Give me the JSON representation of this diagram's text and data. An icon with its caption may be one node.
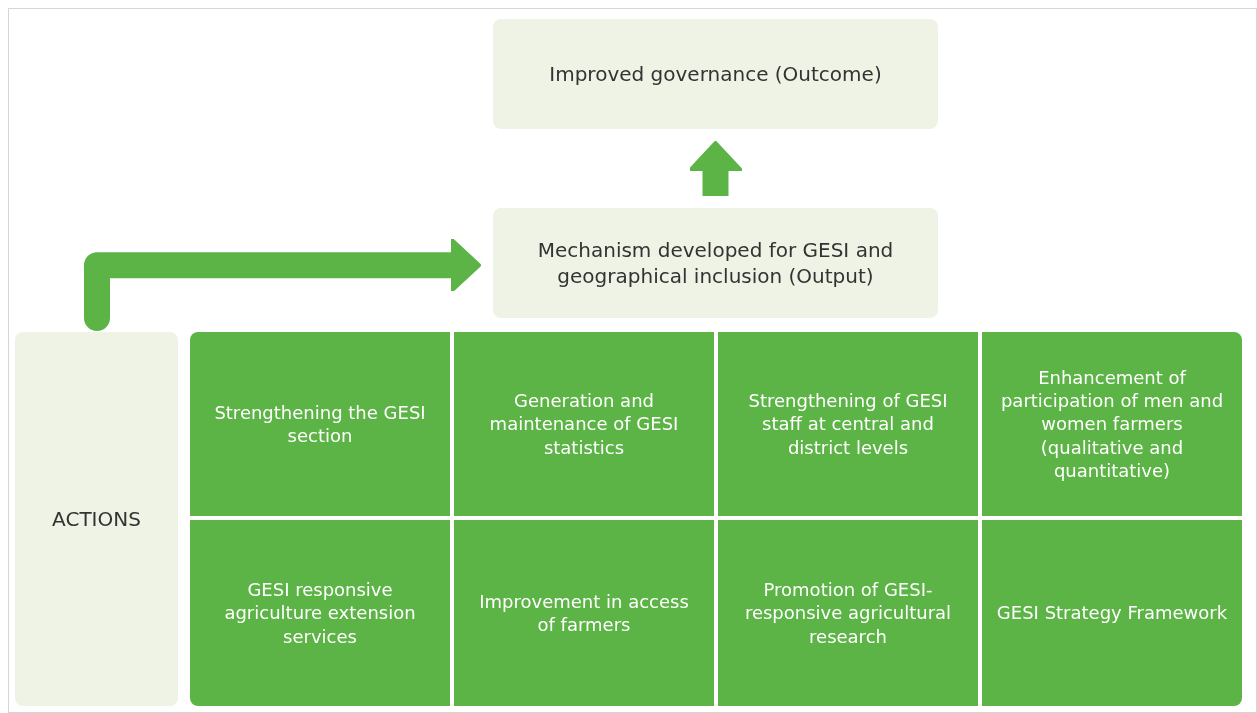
{
  "diagram": {
    "nodes": [
      {
        "text": [
          "Improved governance (Outcome)"
        ]
      },
      {
        "text": [
          "Mechanism developed for GESI and geographical inclusion (Output)"
        ]
      },
      {
        "text": [
          "ACTIONS"
        ]
      },
      {
        "text": [
          "Strengthening the GESI section"
        ]
      },
      {
        "text": [
          "Generation and maintenance of GESI statistics"
        ]
      },
      {
        "text": [
          "Strengthening of GESI staff at central and district levels"
        ]
      },
      {
        "text": [
          "Enhancement of participation of men and women farmers (qualitative and quantitative)"
        ]
      },
      {
        "text": [
          "GESI responsive agriculture extension services"
        ]
      },
      {
        "text": [
          "Improvement in access of farmers"
        ]
      },
      {
        "text": [
          "Promotion of GESI-responsive agricultural research"
        ]
      },
      {
        "text": [
          "GESI Strategy Framework"
        ]
      }
    ],
    "edges": [
      {
        "from": 2,
        "to": 1,
        "arrow": "to"
      },
      {
        "from": 1,
        "to": 0,
        "arrow": "to"
      }
    ]
  }
}
